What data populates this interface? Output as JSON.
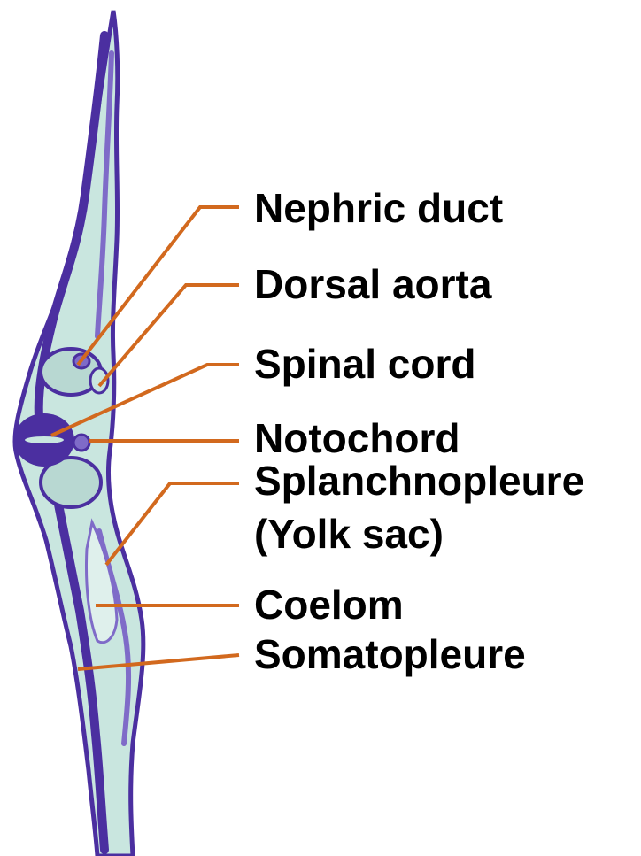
{
  "figure": {
    "colors": {
      "tissue_dark": "#4b2fa0",
      "tissue_mid": "#7f6bc8",
      "tissue_light": "#b8d8d2",
      "cavity": "#c9e6df",
      "leader": "#d2691e"
    }
  },
  "labels": [
    {
      "id": "nephric-duct",
      "text": "Nephric duct"
    },
    {
      "id": "dorsal-aorta",
      "text": "Dorsal aorta"
    },
    {
      "id": "spinal-cord",
      "text": "Spinal cord"
    },
    {
      "id": "notochord",
      "text": "Notochord"
    },
    {
      "id": "splanchnopleure",
      "text": "Splanchnopleure"
    },
    {
      "id": "yolk-sac",
      "text": "(Yolk sac)"
    },
    {
      "id": "coelom",
      "text": "Coelom"
    },
    {
      "id": "somatopleure",
      "text": "Somatopleure"
    }
  ]
}
